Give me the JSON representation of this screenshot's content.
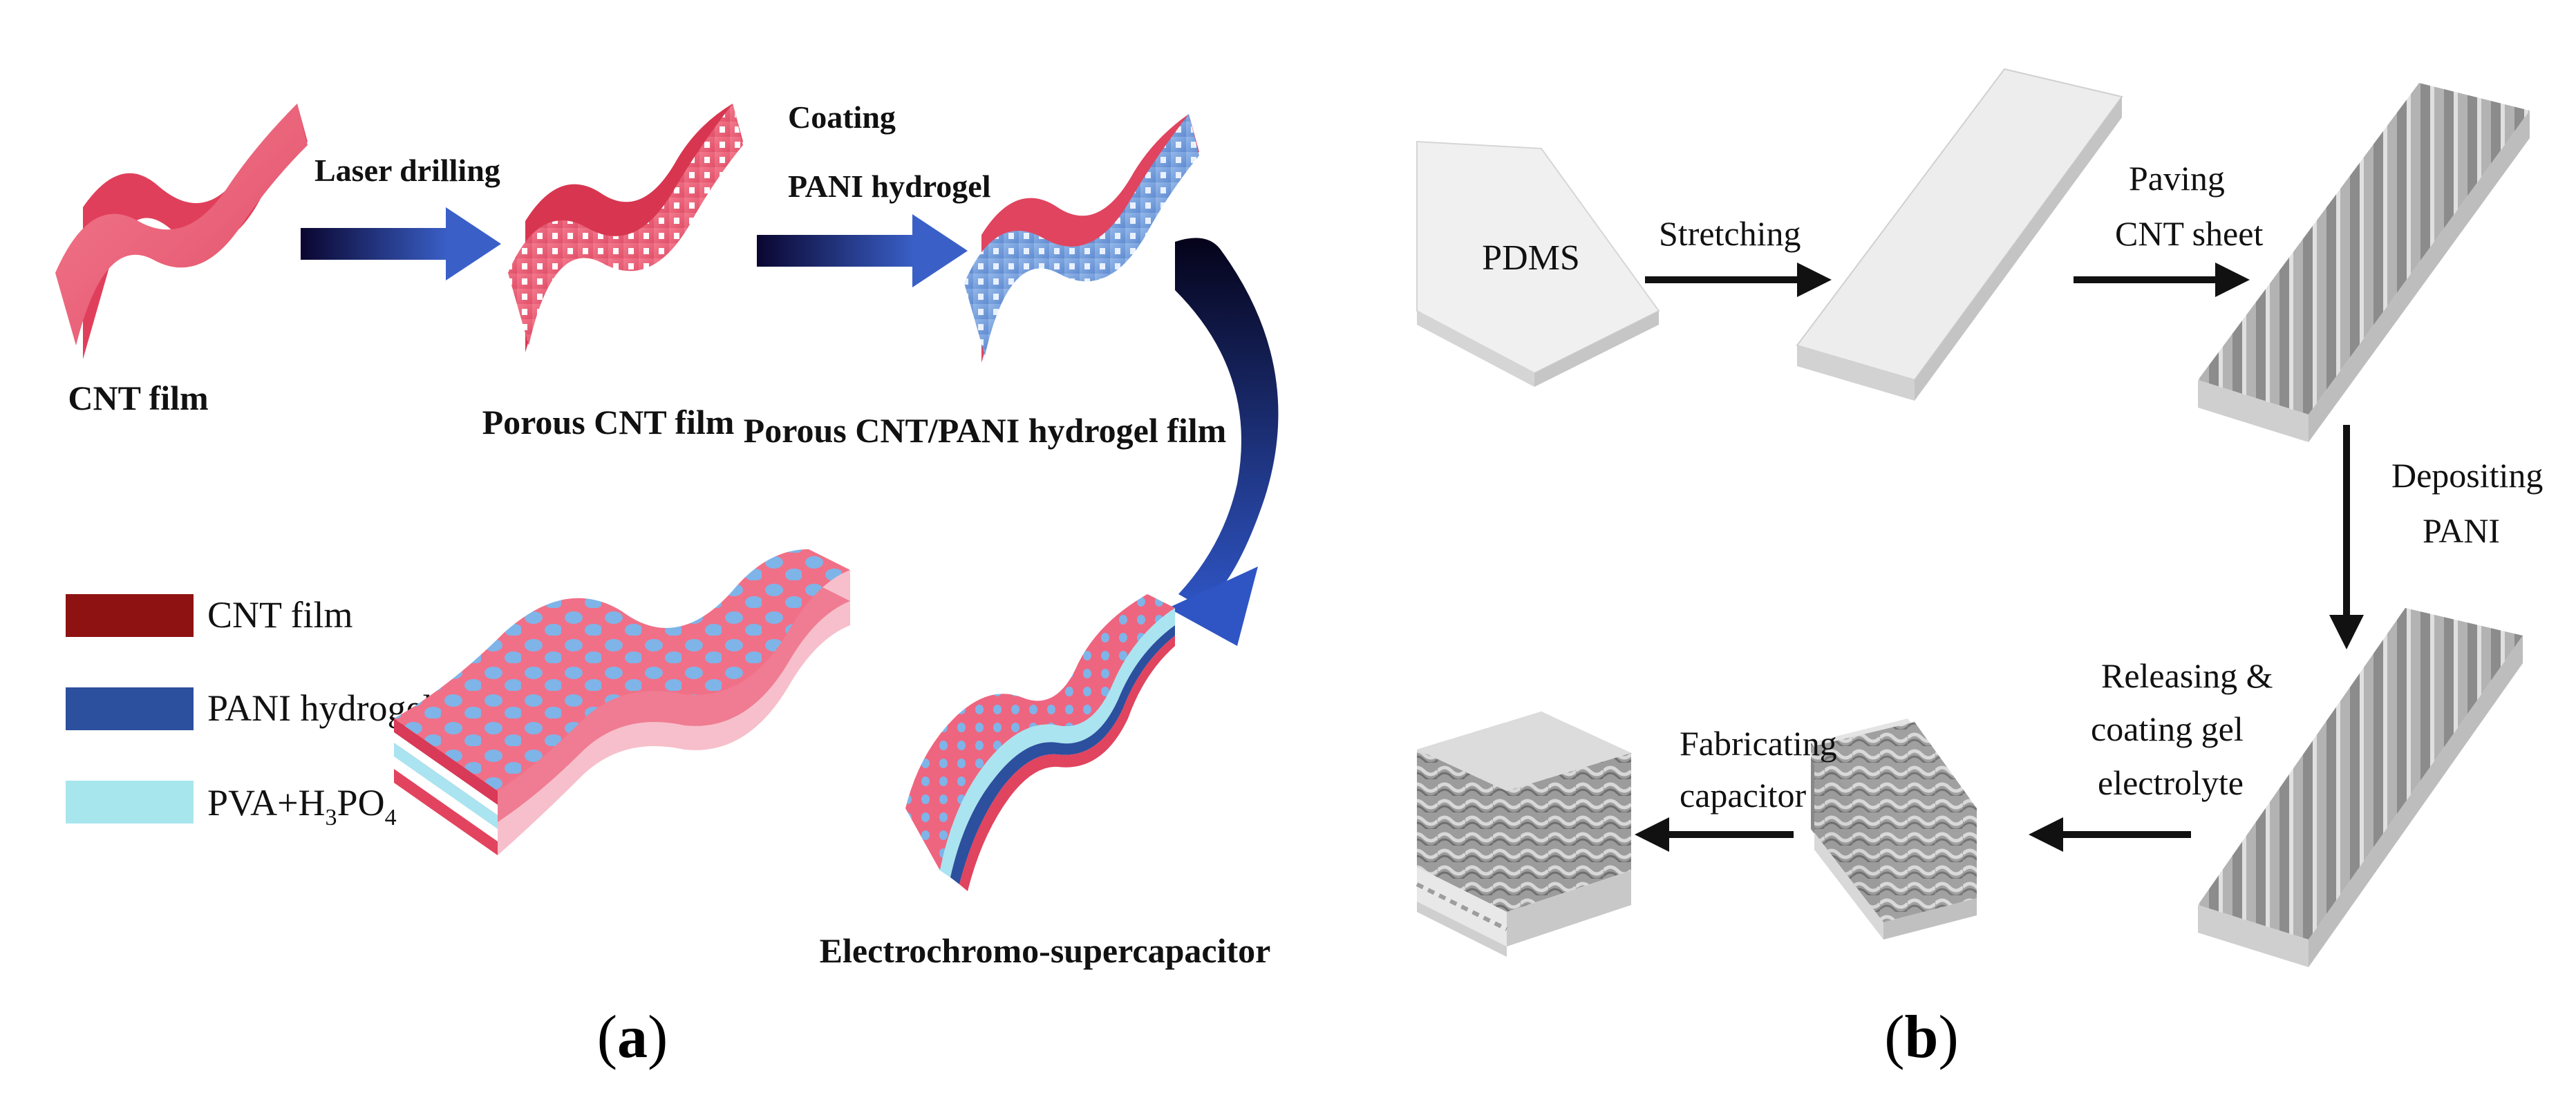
{
  "panel_a": {
    "caption_letter": "a",
    "steps": {
      "cnt_film": "CNT film",
      "laser_drilling": "Laser drilling",
      "porous_cnt_film": "Porous CNT film",
      "coating_line1": "Coating",
      "coating_line2": "PANI hydrogel",
      "porous_cnt_pani": "Porous CNT/PANI hydrogel film",
      "device": "Electrochromo-supercapacitor"
    },
    "legend": [
      {
        "label": "CNT film",
        "color": "#8e1212"
      },
      {
        "label": "PANI hydrogel",
        "color": "#2c4f9e"
      },
      {
        "label_base": "PVA+H",
        "sub1": "3",
        "mid": "PO",
        "sub2": "4",
        "color": "#a8e6ee"
      }
    ],
    "colors": {
      "cnt": "#f0607a",
      "pani": "#7aa4de",
      "arrow_dark": "#0a0630",
      "arrow_blue": "#3a60c8"
    }
  },
  "panel_b": {
    "caption_letter": "b",
    "labels": {
      "pdms": "PDMS",
      "stretching": "Stretching",
      "paving_line1": "Paving",
      "paving_line2": "CNT sheet",
      "depositing_line1": "Depositing",
      "depositing_line2": "PANI",
      "releasing_line1": "Releasing &",
      "releasing_line2": "coating gel",
      "releasing_line3": "electrolyte",
      "fabricating_line1": "Fabricating",
      "fabricating_line2": "capacitor"
    },
    "colors": {
      "pdms": "#ececec",
      "grey_fiber": "#9a9a9a",
      "arrow": "#111111"
    }
  }
}
